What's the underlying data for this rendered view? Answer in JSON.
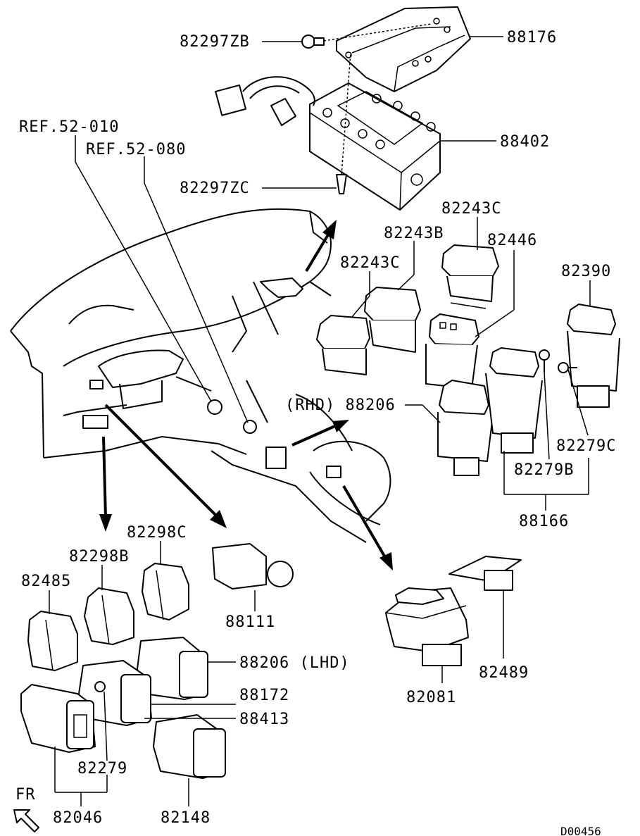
{
  "diagram": {
    "labels": {
      "p82297ZB": "82297ZB",
      "p88176": "88176",
      "ref52010": "REF.52-010",
      "ref52080": "REF.52-080",
      "p88402": "88402",
      "p82297ZC": "82297ZC",
      "p82243C_top": "82243C",
      "p82243B": "82243B",
      "p82446": "82446",
      "p82243C": "82243C",
      "p82390": "82390",
      "p88206_rhd": "(RHD) 88206",
      "p82279C": "82279C",
      "p82279B": "82279B",
      "p88166": "88166",
      "p82298C": "82298C",
      "p82298B": "82298B",
      "p82485": "82485",
      "p88111": "88111",
      "p88206_lhd": "88206 (LHD)",
      "p88172": "88172",
      "p88413": "88413",
      "p82279": "82279",
      "p82046": "82046",
      "p82148": "82148",
      "p82081": "82081",
      "p82489": "82489",
      "fr": "FR",
      "code": "D00456"
    }
  }
}
